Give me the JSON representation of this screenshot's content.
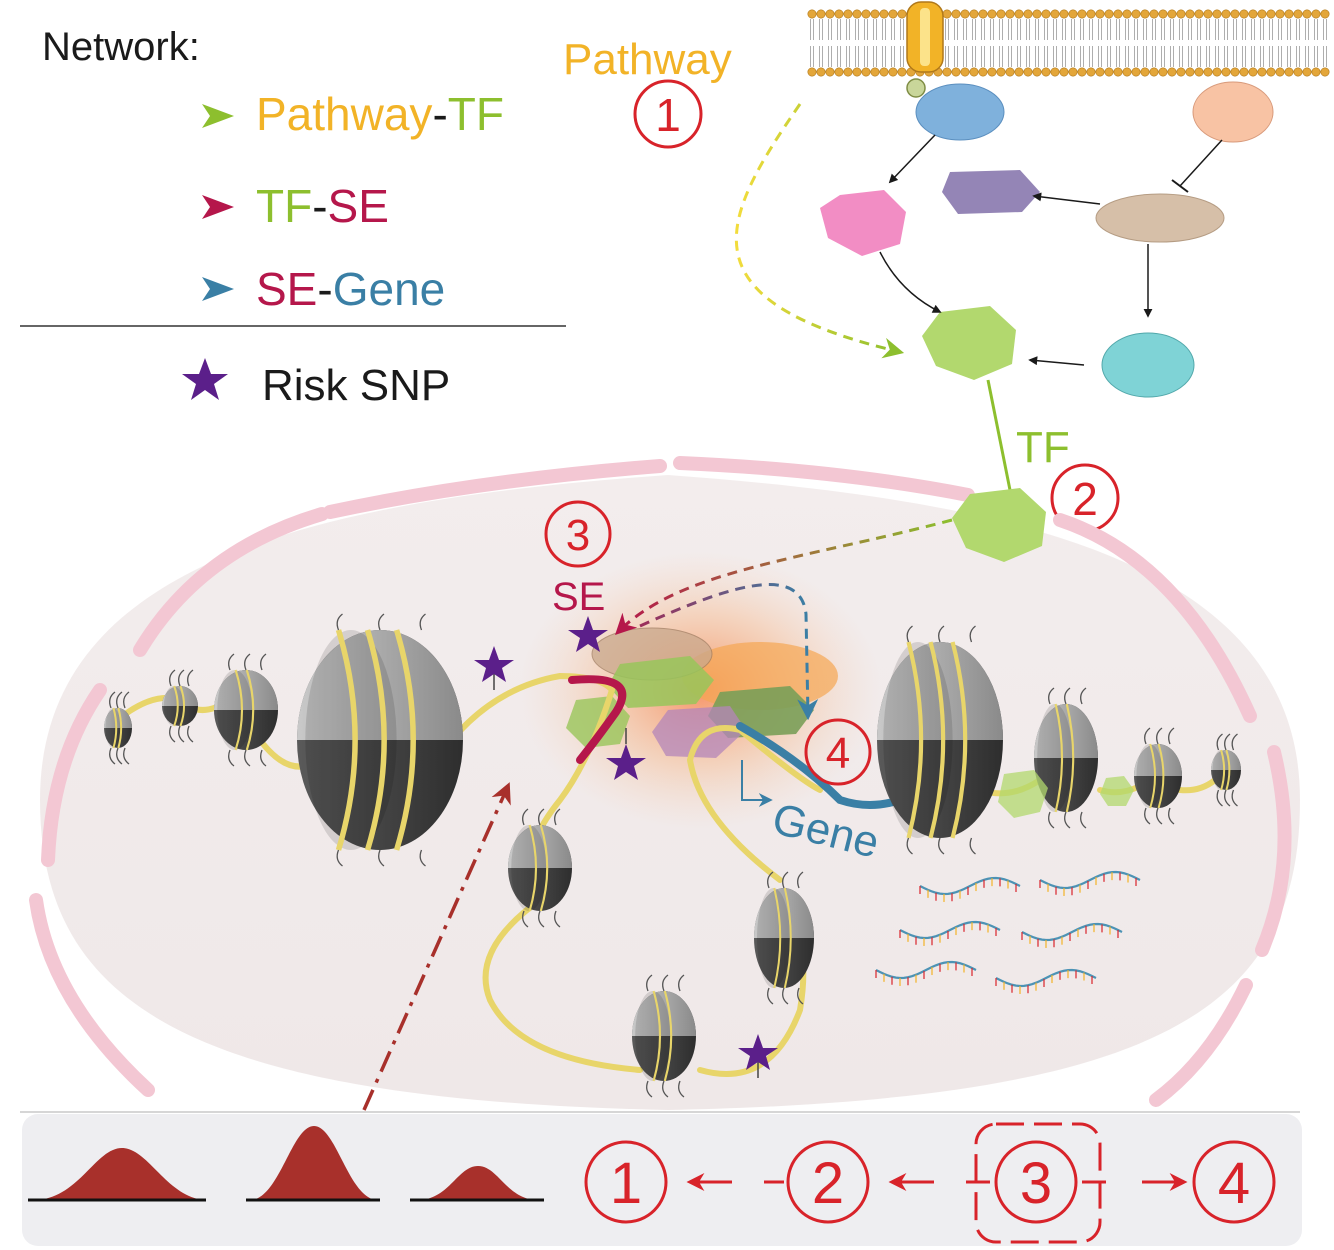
{
  "legend": {
    "title": "Network:",
    "items": [
      {
        "parts": [
          {
            "text": "Pathway",
            "color": "#F2B327"
          },
          {
            "text": "-",
            "color": "#1a1a1a"
          },
          {
            "text": "TF",
            "color": "#8DBF2E"
          }
        ]
      },
      {
        "parts": [
          {
            "text": "TF",
            "color": "#8DBF2E"
          },
          {
            "text": "-",
            "color": "#1a1a1a"
          },
          {
            "text": "SE",
            "color": "#B5174B"
          }
        ]
      },
      {
        "parts": [
          {
            "text": "SE",
            "color": "#B5174B"
          },
          {
            "text": "-",
            "color": "#1a1a1a"
          },
          {
            "text": "Gene",
            "color": "#3A7FA5"
          }
        ]
      }
    ],
    "snp_label": "Risk SNP"
  },
  "labels": {
    "pathway": "Pathway",
    "tf": "TF",
    "se": "SE",
    "gene": "Gene"
  },
  "steps": {
    "one": "1",
    "two": "2",
    "three": "3",
    "four": "4"
  },
  "colors": {
    "pathway": "#F2B327",
    "tf": "#8DBF2E",
    "se": "#B5174B",
    "gene": "#3A7FA5",
    "step_red": "#D8232A",
    "snp": "#5B1F8A",
    "peak": "#A8302B",
    "nucleosome_light": "#9E9E9E",
    "nucleosome_dark": "#3D3D3D",
    "dna": "#E8D56A"
  },
  "icons": [
    "star-icon",
    "cell-membrane",
    "ion-channel",
    "nucleosome",
    "dna-strand",
    "rna-strand",
    "peak-curve"
  ]
}
